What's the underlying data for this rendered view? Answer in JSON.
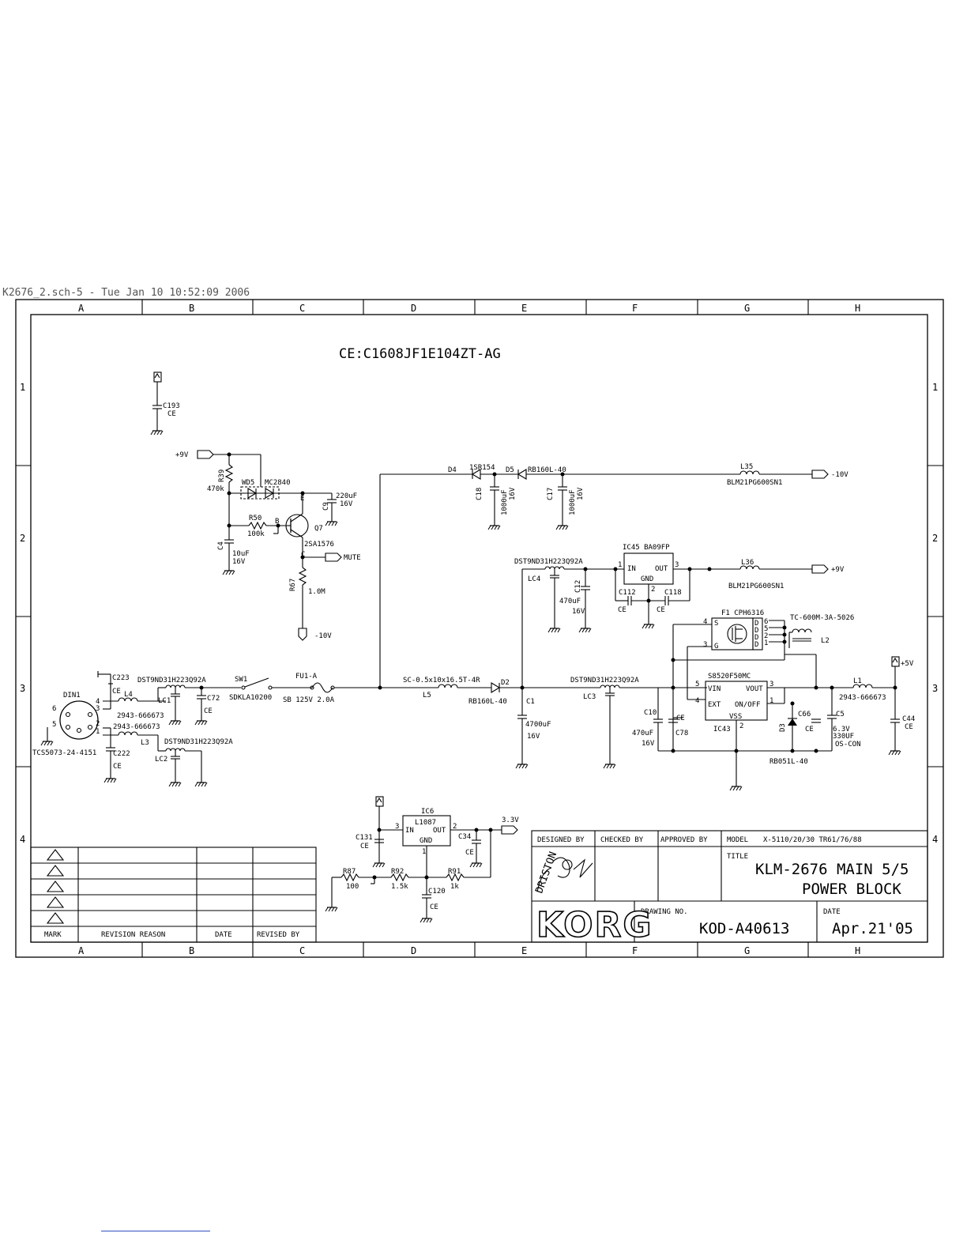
{
  "header": "K2676_2.sch-5 - Tue Jan 10 10:52:09 2006",
  "columns": [
    "A",
    "B",
    "C",
    "D",
    "E",
    "F",
    "G",
    "H"
  ],
  "rows": [
    "1",
    "2",
    "3",
    "4"
  ],
  "note_ce": "CE:C1608JF1E104ZT-AG",
  "labels": {
    "c193": "C193",
    "ce": "CE",
    "p9v": "+9V",
    "r39": "R39",
    "r39v": "470k",
    "wd5": "WD5",
    "mc2840": "MC2840",
    "r50": "R50",
    "r50v": "100k",
    "b": "B",
    "e": "E",
    "c": "C",
    "q7": "Q7",
    "q7t": "2SA1576",
    "c9": "C9",
    "c9v": "220uF",
    "c9u": "16V",
    "c4": "C4",
    "c4v": "10uF",
    "c4u": "16V",
    "mute": "MUTE",
    "r67": "R67",
    "r67v": "1.0M",
    "m10v": "-10V",
    "d4": "D4",
    "d4t": "1SR154",
    "d5": "D5",
    "d5t": "RB160L-40",
    "c18": "C18",
    "c18v": "1000uF",
    "c18u": "16V",
    "c17": "C17",
    "c17v": "1000uF",
    "c17u": "16V",
    "l35": "L35",
    "blm": "BLM21PG600SN1",
    "n10v": "-10V",
    "dst": "DST9ND31H223Q92A",
    "lc4": "LC4",
    "c12": "C12",
    "c12v": "470uF",
    "c12u": "16V",
    "ic45": "IC45 BA09FP",
    "in": "IN",
    "out": "OUT",
    "gnd": "GND",
    "c112": "C112",
    "c118": "C118",
    "l36": "L36",
    "blm2": "BLM21PG600SN1",
    "p9v2": "+9V",
    "f1": "F1  CPH6316",
    "tc": "TC-600M-3A-5026",
    "l2": "L2",
    "s": "S",
    "g": "G",
    "d": "D",
    "p5v": "+5V",
    "s8520": "S8520F50MC",
    "vin": "VIN",
    "vout": "VOUT",
    "ext": "EXT",
    "onoff": "ON/OFF",
    "vss": "VSS",
    "ic43": "IC43",
    "c78": "C78",
    "c10": "C10",
    "c10v": "470uF",
    "c10u": "16V",
    "d3": "D3",
    "c66": "C66",
    "c5": "C5",
    "c5v": "6.3V",
    "c5c": "330UF",
    "c5t": "OS-CON",
    "rb051": "RB051L-40",
    "l1": "L1",
    "l1t": "2943-666673",
    "c44": "C44",
    "din1": "DIN1",
    "tcs": "TCS5073-24-4151",
    "c223": "C223",
    "c222": "C222",
    "l4": "L4",
    "l3": "L3",
    "l4t": "2943-666673",
    "l3t": "2943-666673",
    "lc1": "LC1",
    "lc2": "LC2",
    "c72": "C72",
    "sw1": "SW1",
    "sdk": "SDKLA10200",
    "fu1": "FU1-A",
    "sb": "SB 125V 2.0A",
    "l5t": "SC-0.5x10x16.5T-4R",
    "l5": "L5",
    "d2": "D2",
    "d2t": "RB160L-40",
    "c1": "C1",
    "c1v": "4700uF",
    "c1u": "16V",
    "lc3": "LC3",
    "ic6": "IC6",
    "l1087": "L1087",
    "c131": "C131",
    "c34": "C34",
    "p33v": "3.3V",
    "r87": "R87",
    "r87v": "100",
    "r92": "R92",
    "r92v": "1.5k",
    "r91": "R91",
    "r91v": "1k",
    "c120": "C120",
    "n1": "1",
    "n2": "2",
    "n3": "3",
    "n4": "4",
    "n5": "5",
    "n6": "6"
  },
  "revision_table": {
    "headers": [
      "MARK",
      "REVISION REASON",
      "DATE",
      "REVISED BY"
    ]
  },
  "title_block": {
    "designed_by": "DESIGNED BY",
    "checked_by": "CHECKED BY",
    "approved_by": "APPROVED BY",
    "model_label": "MODEL",
    "model": "X-5110/20/30 TR61/76/88",
    "title_label": "TITLE",
    "title_line1": "KLM-2676 MAIN 5/5",
    "title_line2": "POWER BLOCK",
    "drawing_no_label": "DRAWING NO.",
    "drawing_no": "KOD-A40613",
    "date_label": "DATE",
    "date": "Apr.21'05",
    "brand": "KORG",
    "signature": "DRISTON"
  }
}
